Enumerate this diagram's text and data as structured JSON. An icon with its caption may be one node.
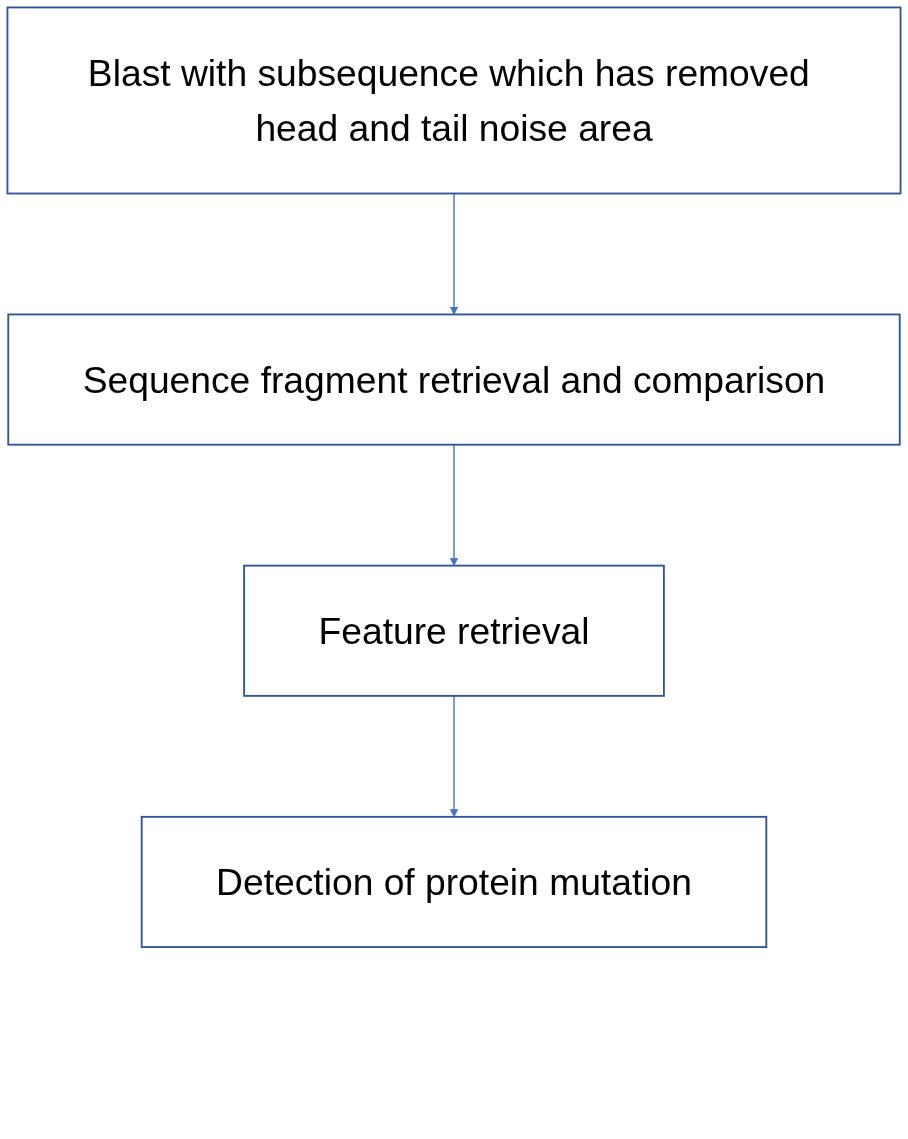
{
  "diagram": {
    "nodes": [
      {
        "text": [
          "Blast with subsequence which has removed head and tail noise area"
        ]
      },
      {
        "text": [
          "Sequence fragment retrieval and comparison"
        ]
      },
      {
        "text": [
          "Feature retrieval"
        ]
      },
      {
        "text": [
          "Detection of protein mutation"
        ]
      }
    ],
    "edges": [
      {
        "from": 0,
        "to": 1,
        "arrow": "to"
      },
      {
        "from": 1,
        "to": 2,
        "arrow": "to"
      },
      {
        "from": 2,
        "to": 3,
        "arrow": "to"
      }
    ]
  }
}
